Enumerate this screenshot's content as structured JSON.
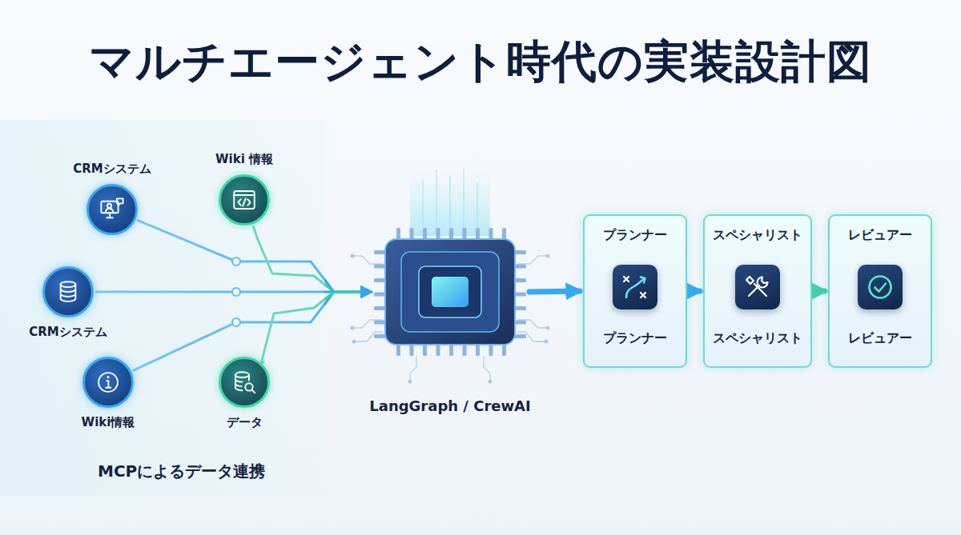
{
  "diagram": {
    "title": "マルチエージェント時代の実装設計図",
    "nodes": [
      {
        "text": [
          "MCPによるデータ連携"
        ]
      },
      {
        "text": [
          "CRMシステム"
        ],
        "in": 0
      },
      {
        "text": [
          "Wiki 情報"
        ],
        "in": 0
      },
      {
        "text": [
          "CRMシステム"
        ],
        "in": 0
      },
      {
        "text": [
          "Wiki情報"
        ],
        "in": 0
      },
      {
        "text": [
          "データ"
        ],
        "in": 0
      },
      {
        "text": [
          "LangGraph / CrewAI"
        ]
      },
      {
        "text": [
          "プランナー",
          "プランナー"
        ]
      },
      {
        "text": [
          "スペシャリスト",
          "スペシャリスト"
        ]
      },
      {
        "text": [
          "レビュアー",
          "レビュアー"
        ]
      }
    ],
    "edges": [
      {
        "from": 1,
        "to": 6,
        "arrow": "to"
      },
      {
        "from": 2,
        "to": 6,
        "arrow": "to"
      },
      {
        "from": 3,
        "to": 6,
        "arrow": "to"
      },
      {
        "from": 4,
        "to": 6,
        "arrow": "to"
      },
      {
        "from": 5,
        "to": 6,
        "arrow": "to"
      },
      {
        "from": 6,
        "to": 7,
        "arrow": "to"
      },
      {
        "from": 7,
        "to": 8,
        "arrow": "to"
      },
      {
        "from": 8,
        "to": 9,
        "arrow": "to"
      }
    ]
  }
}
